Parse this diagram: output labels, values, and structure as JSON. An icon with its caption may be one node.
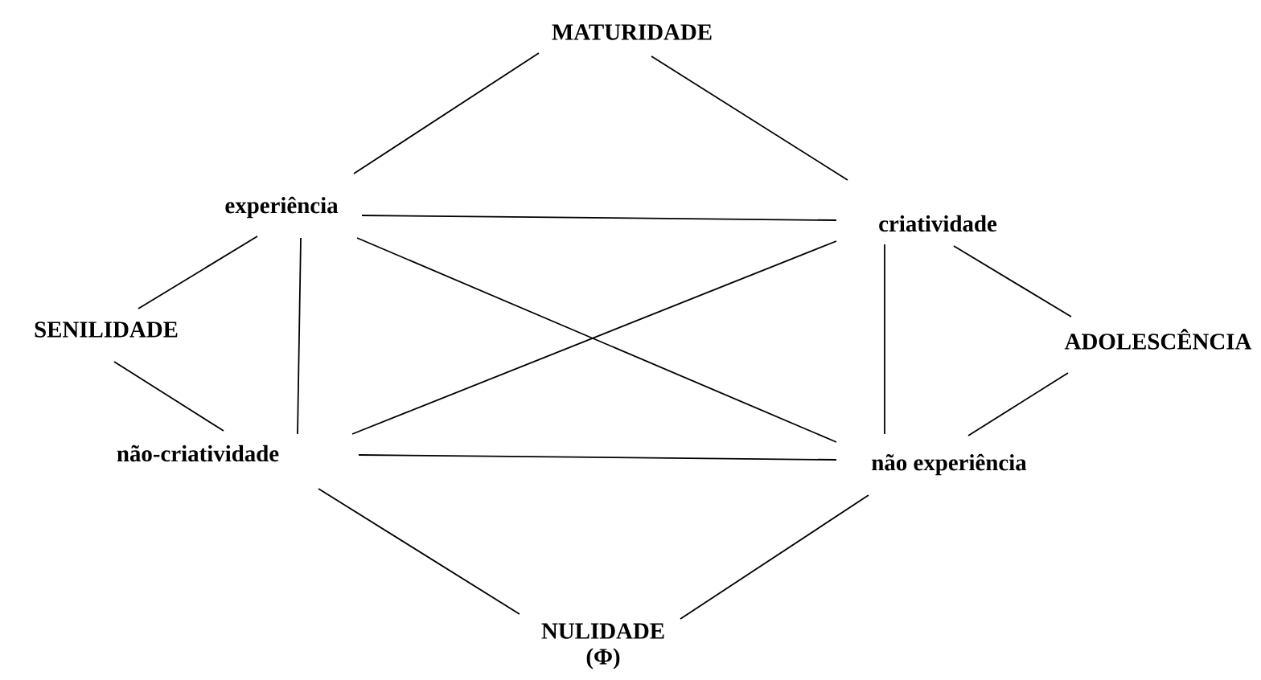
{
  "diagram": {
    "nodes": [
      {
        "text": [
          "MATURIDADE"
        ]
      },
      {
        "text": [
          "experiência"
        ]
      },
      {
        "text": [
          "criatividade"
        ]
      },
      {
        "text": [
          "SENILIDADE"
        ]
      },
      {
        "text": [
          "ADOLESCÊNCIA"
        ]
      },
      {
        "text": [
          "não-criatividade"
        ]
      },
      {
        "text": [
          "não experiência"
        ]
      },
      {
        "text": [
          "NULIDADE (Φ)"
        ]
      }
    ],
    "edges": [
      {
        "from": 0,
        "to": 1,
        "arrow": "none"
      },
      {
        "from": 0,
        "to": 2,
        "arrow": "none"
      },
      {
        "from": 1,
        "to": 2,
        "arrow": "none"
      },
      {
        "from": 1,
        "to": 3,
        "arrow": "none"
      },
      {
        "from": 3,
        "to": 5,
        "arrow": "none"
      },
      {
        "from": 1,
        "to": 5,
        "arrow": "none"
      },
      {
        "from": 1,
        "to": 6,
        "arrow": "none"
      },
      {
        "from": 5,
        "to": 2,
        "arrow": "none"
      },
      {
        "from": 5,
        "to": 6,
        "arrow": "none"
      },
      {
        "from": 2,
        "to": 6,
        "arrow": "none"
      },
      {
        "from": 2,
        "to": 4,
        "arrow": "none"
      },
      {
        "from": 4,
        "to": 6,
        "arrow": "none"
      },
      {
        "from": 5,
        "to": 7,
        "arrow": "none"
      },
      {
        "from": 6,
        "to": 7,
        "arrow": "none"
      }
    ]
  }
}
